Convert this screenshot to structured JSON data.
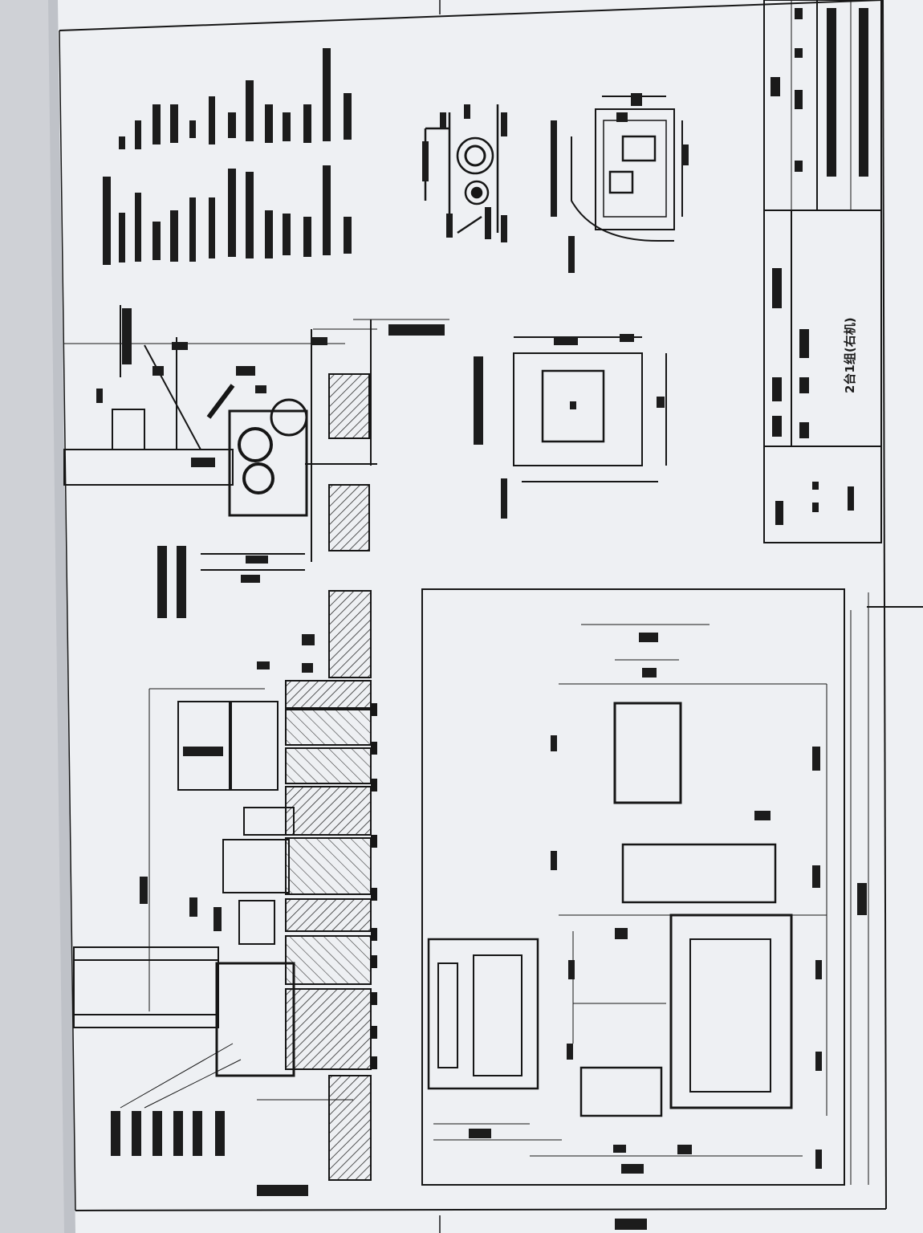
{
  "document": {
    "type": "engineering-drawing-sheet",
    "orientation": "rotated-90-ccw"
  },
  "title_block": {
    "drawing_title": "2台1组(右机)",
    "drawing_number": "",
    "revision": ""
  },
  "colors": {
    "paper": "#eef0f3",
    "ink": "#161616",
    "hatch": "#2a2a2a",
    "background": "#cfd1d6"
  }
}
